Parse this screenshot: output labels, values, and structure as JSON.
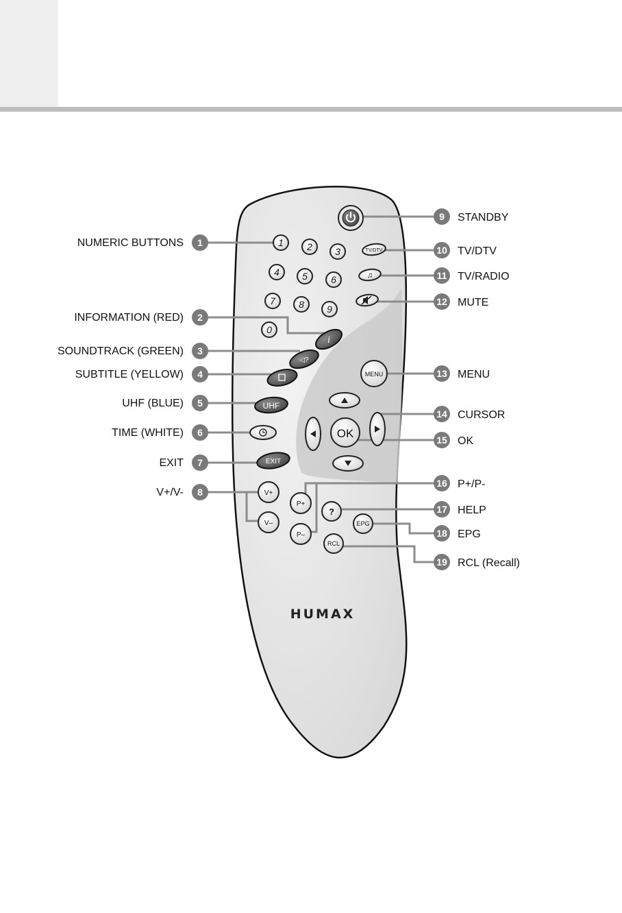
{
  "callouts": [
    {
      "num": "1",
      "label": "NUMERIC BUTTONS"
    },
    {
      "num": "2",
      "label": "INFORMATION (RED)"
    },
    {
      "num": "3",
      "label": "SOUNDTRACK (GREEN)"
    },
    {
      "num": "4",
      "label": "SUBTITLE (YELLOW)"
    },
    {
      "num": "5",
      "label": "UHF (BLUE)"
    },
    {
      "num": "6",
      "label": "TIME (WHITE)"
    },
    {
      "num": "7",
      "label": "EXIT"
    },
    {
      "num": "8",
      "label": "V+/V-"
    },
    {
      "num": "9",
      "label": "STANDBY"
    },
    {
      "num": "10",
      "label": "TV/DTV"
    },
    {
      "num": "11",
      "label": "TV/RADIO"
    },
    {
      "num": "12",
      "label": "MUTE"
    },
    {
      "num": "13",
      "label": "MENU"
    },
    {
      "num": "14",
      "label": "CURSOR"
    },
    {
      "num": "15",
      "label": "OK"
    },
    {
      "num": "16",
      "label": "P+/P-"
    },
    {
      "num": "17",
      "label": "HELP"
    },
    {
      "num": "18",
      "label": "EPG"
    },
    {
      "num": "19",
      "label": "RCL (Recall)"
    }
  ],
  "buttons": {
    "digits": [
      "1",
      "2",
      "3",
      "4",
      "5",
      "6",
      "7",
      "8",
      "9",
      "0"
    ],
    "tvdtv": "TV/DTV",
    "radio_icon": "music-note-icon",
    "mute_icon": "speaker-muted-icon",
    "info": "i",
    "uhf": "UHF",
    "exit": "EXIT",
    "menu": "MENU",
    "ok": "OK",
    "vplus": "V+",
    "vminus": "V–",
    "pplus": "P+",
    "pminus": "P–",
    "help": "?",
    "epg": "EPG",
    "rcl": "RCL"
  },
  "brand": "HUMAX",
  "colors": {
    "callout_badge": "#7a7a7a",
    "remote_body": "#e6e6e6",
    "remote_shade": "#cfcfcf",
    "dark_button": "#4a4a4a",
    "leader_line": "#8c8c8c"
  }
}
